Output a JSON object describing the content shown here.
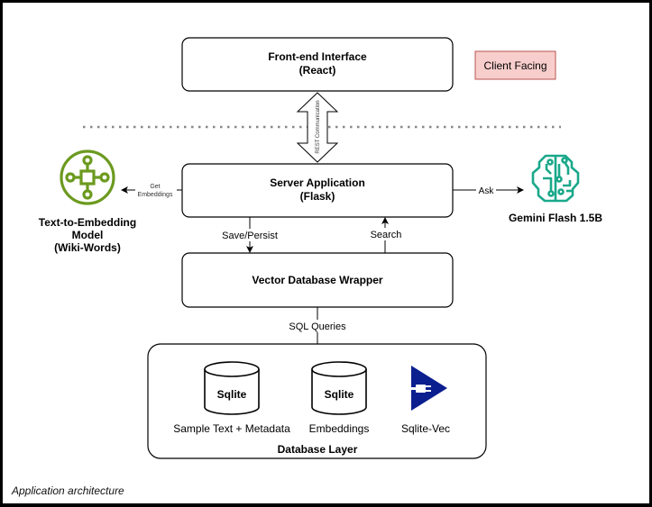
{
  "diagram": {
    "caption": "Application architecture",
    "nodes": {
      "frontend": {
        "line1": "Front-end Interface",
        "line2": "(React)"
      },
      "client_facing": {
        "label": "Client Facing",
        "fill": "#f8cecc",
        "stroke": "#b85450"
      },
      "server": {
        "line1": "Server Application",
        "line2": "(Flask)"
      },
      "vector_wrapper": {
        "label": "Vector Database Wrapper"
      },
      "embedding_model": {
        "line1": "Text-to-Embedding",
        "line2": "Model",
        "line3": "(Wiki-Words)",
        "icon": "network-hub-icon",
        "color": "#6c9a1f"
      },
      "gemini": {
        "label": "Gemini Flash 1.5B",
        "icon": "ai-brain-icon",
        "color": "#1aa88a"
      },
      "database_layer": {
        "label": "Database Layer",
        "items": [
          {
            "db_label": "Sqlite",
            "caption": "Sample Text + Metadata"
          },
          {
            "db_label": "Sqlite",
            "caption": "Embeddings"
          },
          {
            "caption": "Sqlite-Vec",
            "icon": "plug-extension-icon",
            "color": "#0b1f8f"
          }
        ]
      }
    },
    "edges": {
      "rest": "REST Communication",
      "get_embeddings_1": "Get",
      "get_embeddings_2": "Embeddings",
      "ask": "Ask",
      "save": "Save/Persist",
      "search": "Search",
      "sql": "SQL Queries"
    }
  }
}
